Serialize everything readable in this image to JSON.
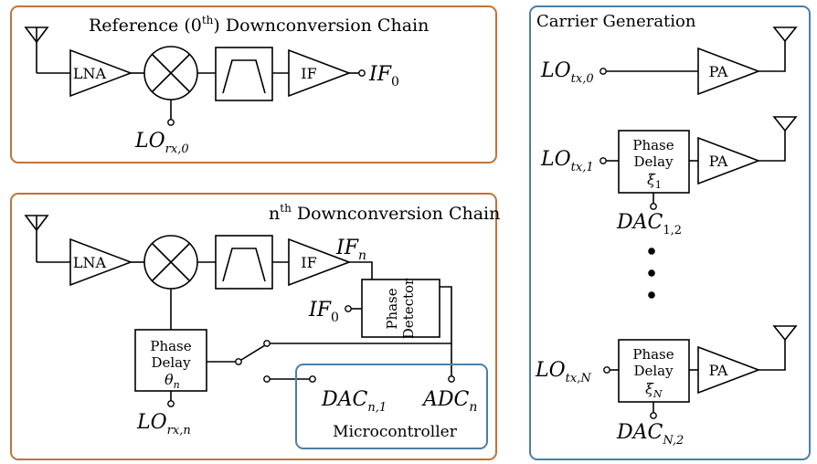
{
  "colors": {
    "chain_border": "#c0733a",
    "carrier_border": "#4a7fa8",
    "micro_border": "#4a7fa8"
  },
  "reference_chain": {
    "title_pre": "Reference (0",
    "title_sup": "th",
    "title_post": ") Downconversion Chain",
    "lna": "LNA",
    "if_amp": "IF",
    "out_base": "IF",
    "out_sub": "0",
    "lo_base": "LO",
    "lo_sub": "rx,0"
  },
  "nth_chain": {
    "title_pre": "n",
    "title_sup": "th",
    "title_post": " Downconversion Chain",
    "lna": "LNA",
    "if_amp": "IF",
    "ifn_base": "IF",
    "ifn_sub": "n",
    "if0_base": "IF",
    "if0_sub": "0",
    "phase_detector_line1": "Phase",
    "phase_detector_line2": "Detector",
    "phase_delay_line1": "Phase",
    "phase_delay_line2": "Delay",
    "theta_base": "θ",
    "theta_sub": "n",
    "lo_base": "LO",
    "lo_sub": "rx,n",
    "microcontroller": "Microcontroller",
    "dac_base": "DAC",
    "dac_sub": "n,1",
    "adc_base": "ADC",
    "adc_sub": "n"
  },
  "carrier_generation": {
    "title": "Carrier Generation",
    "pa": "PA",
    "phase_line1": "Phase",
    "phase_line2": "Delay",
    "lo0_base": "LO",
    "lo0_sub": "tx,0",
    "lo1_base": "LO",
    "lo1_sub": "tx,1",
    "xi1_base": "ξ",
    "xi1_sub": "1",
    "dac1_base": "DAC",
    "dac1_sub": "1,2",
    "loN_base": "LO",
    "loN_sub": "tx,N",
    "xiN_base": "ξ",
    "xiN_sub": "N",
    "dacN_base": "DAC",
    "dacN_sub": "N,2"
  }
}
